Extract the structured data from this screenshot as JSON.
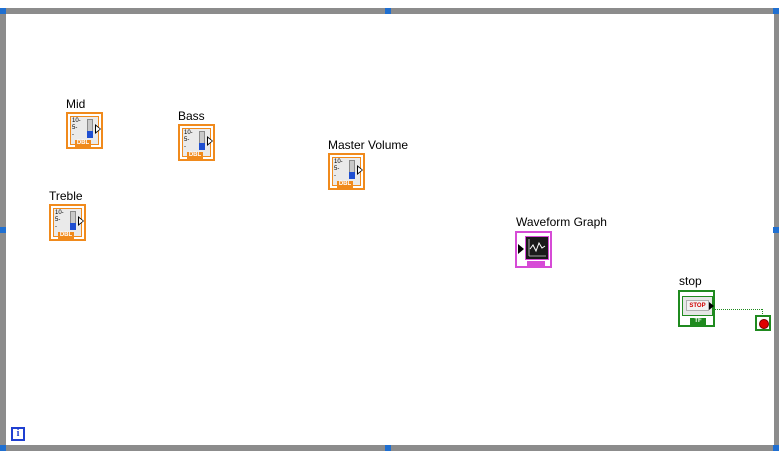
{
  "controls": {
    "mid": {
      "label": "Mid",
      "ticks": [
        "10-",
        "5-",
        "-"
      ],
      "type": "DBL"
    },
    "bass": {
      "label": "Bass",
      "ticks": [
        "10-",
        "5-",
        "-"
      ],
      "type": "DBL"
    },
    "treble": {
      "label": "Treble",
      "ticks": [
        "10-",
        "5-",
        "-"
      ],
      "type": "DBL"
    },
    "master_volume": {
      "label": "Master Volume",
      "ticks": [
        "10-",
        "5-",
        "-"
      ],
      "type": "DBL"
    }
  },
  "indicators": {
    "waveform_graph": {
      "label": "Waveform Graph"
    }
  },
  "stop": {
    "label": "stop",
    "button_text": "STOP",
    "type": "TF"
  },
  "loop": {
    "iteration_symbol": "i"
  },
  "colors": {
    "numeric": "#f08a1c",
    "boolean": "#1f8a1f",
    "waveform": "#d64bd6",
    "loop_border": "#8c8c8c",
    "handle": "#1f6fd1"
  }
}
